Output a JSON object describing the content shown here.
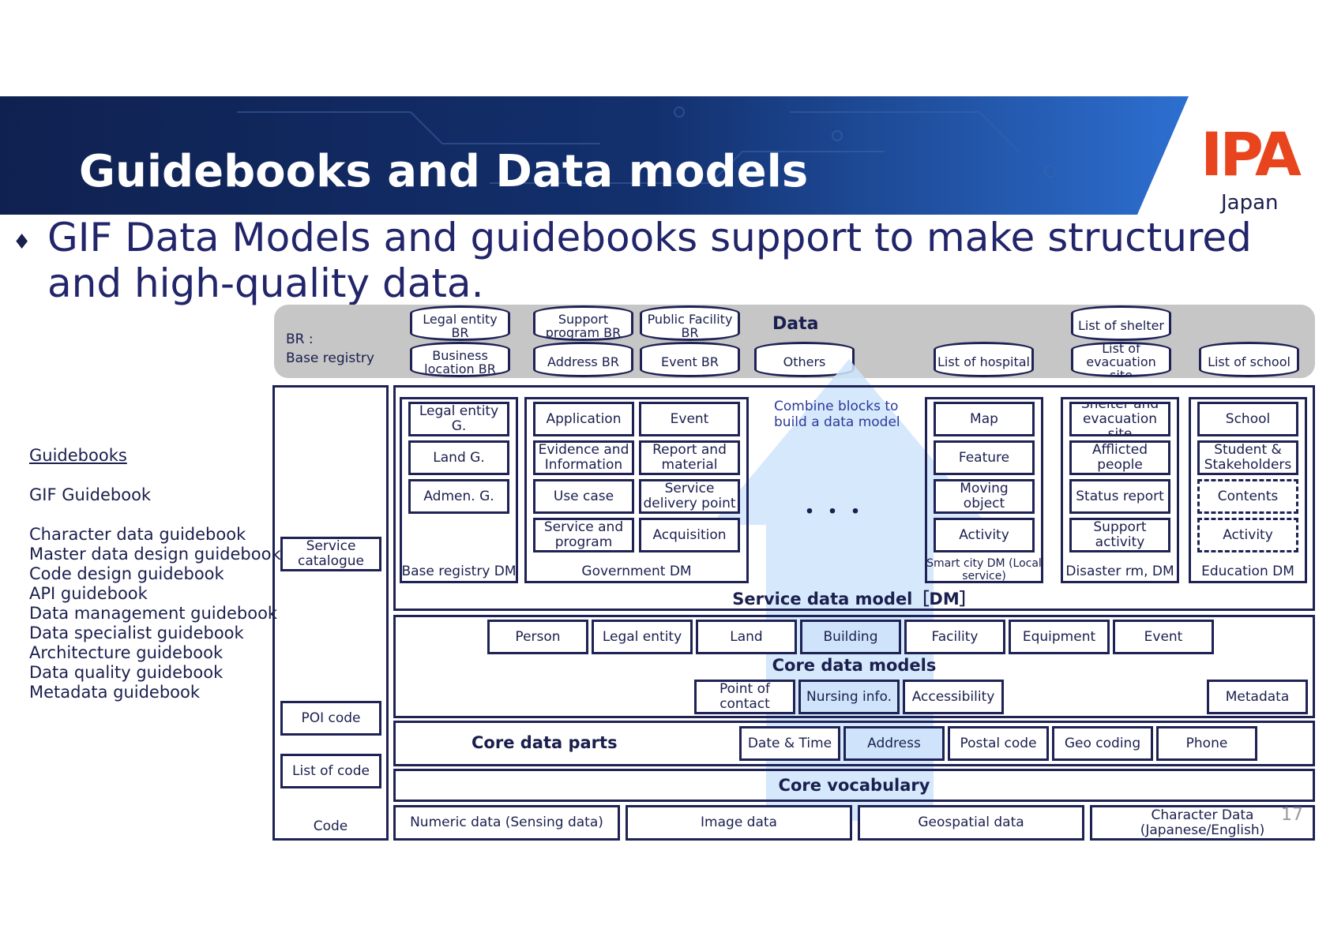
{
  "header": {
    "title": "Guidebooks and Data models",
    "logo": "IPA",
    "logo_sub": "Japan"
  },
  "bullet": {
    "text": "GIF Data Models and guidebooks support to make structured and high-quality data."
  },
  "data_band": {
    "br_label_1": "BR :",
    "br_label_2": "Base registry",
    "data_label": "Data",
    "cylinders": [
      "Legal entity BR",
      "Business location BR",
      "Support program BR",
      "Address BR",
      "Public Facility BR",
      "Event BR",
      "Others",
      "List of hospital",
      "List of shelter",
      "List of evacuation site",
      "List of school"
    ]
  },
  "guidebooks": {
    "header": "Guidebooks",
    "gif": "GIF Guidebook",
    "items": [
      "Character data guidebook",
      "Master data design guidebook",
      "Code design guidebook",
      "API guidebook",
      "Data management guidebook",
      "Data specialist guidebook",
      "Architecture guidebook",
      "Data quality guidebook",
      "Metadata guidebook"
    ]
  },
  "code_column": {
    "service_catalogue": "Service catalogue",
    "poi_code": "POI code",
    "list_of_code": "List of code",
    "label": "Code"
  },
  "service_dm": {
    "base_registry": {
      "items": [
        "Legal entity G.",
        "Land G.",
        "Admen. G."
      ],
      "label": "Base registry DM"
    },
    "government": {
      "items": [
        "Application",
        "Event",
        "Evidence and Information",
        "Report and material",
        "Use case",
        "Service delivery point",
        "Service and program",
        "Acquisition"
      ],
      "label": "Government DM"
    },
    "combine": "Combine blocks to build a data model",
    "dots": "・・・",
    "smart_city": {
      "items": [
        "Map",
        "Feature",
        "Moving object",
        "Activity"
      ],
      "label": "Smart city DM (Local service)"
    },
    "disaster": {
      "items": [
        "Shelter and evacuation site",
        "Afflicted people",
        "Status report",
        "Support activity"
      ],
      "label": "Disaster rm, DM"
    },
    "education": {
      "items": [
        "School",
        "Student & Stakeholders",
        "Contents",
        "Activity"
      ],
      "label": "Education DM"
    },
    "label": "Service data model［DM］"
  },
  "core_models": {
    "row1": [
      "Person",
      "Legal entity",
      "Land",
      "Building",
      "Facility",
      "Equipment",
      "Event"
    ],
    "label": "Core data models",
    "row2": [
      "Point of contact",
      "Nursing info.",
      "Accessibility"
    ],
    "metadata": "Metadata"
  },
  "core_parts": {
    "label": "Core data parts",
    "items": [
      "Date & Time",
      "Address",
      "Postal code",
      "Geo coding",
      "Phone"
    ]
  },
  "core_vocabulary": "Core vocabulary",
  "data_sources": [
    "Numeric data (Sensing data)",
    "Image data",
    "Geospatial data",
    "Character Data (Japanese/English)"
  ],
  "page_number": "17",
  "colors": {
    "navy": "#1e2254",
    "banner_dark": "#0f2150",
    "banner_light": "#2d6fd0",
    "logo_red": "#e8451e",
    "arrow_blue": "#cfe4fb",
    "band_gray": "#c6c6c6"
  }
}
